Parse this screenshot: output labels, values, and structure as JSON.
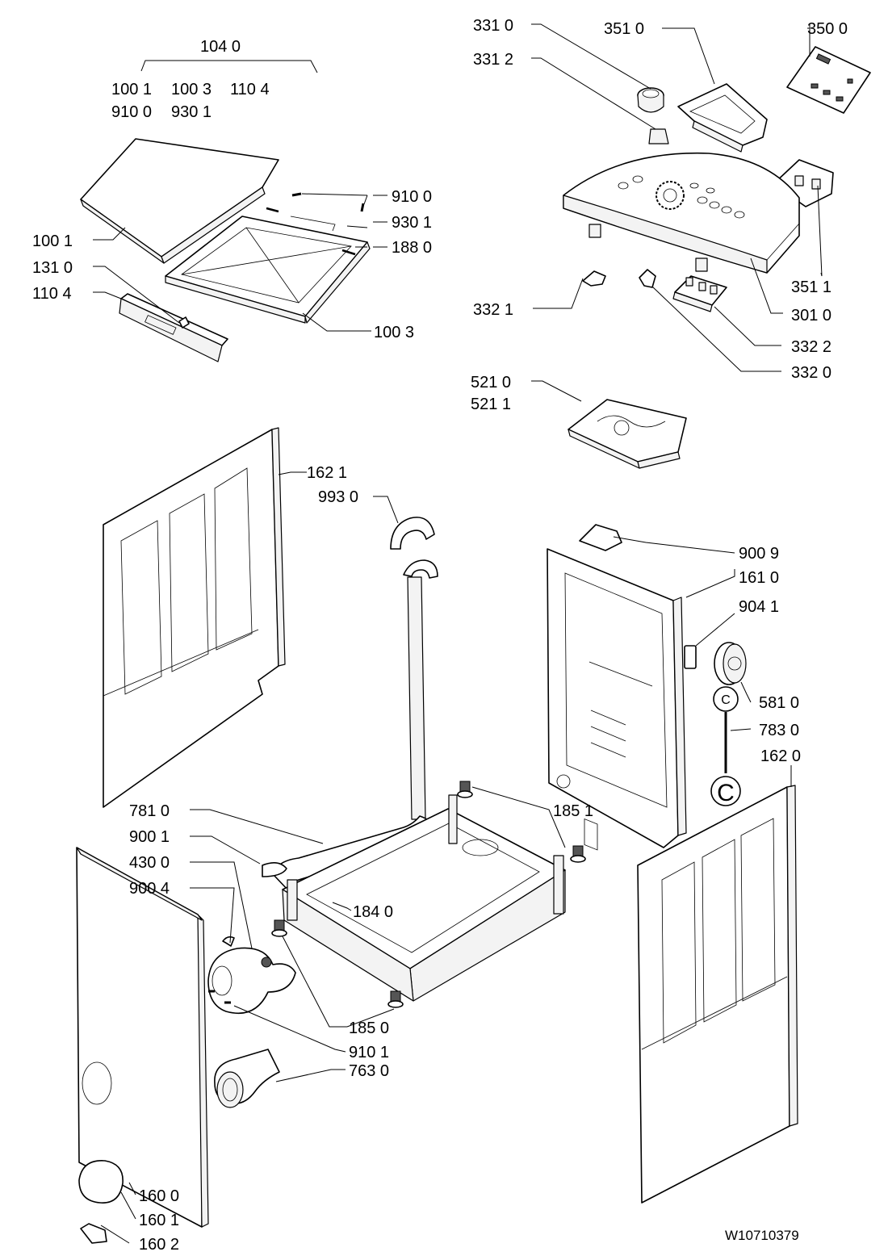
{
  "labels": {
    "l1040": "104 0",
    "l1001a": "100 1",
    "l1003a": "100 3",
    "l1104a": "110 4",
    "l9100a": "910 0",
    "l9301a": "930 1",
    "l9100b": "910 0",
    "l9301b": "930 1",
    "l1880": "188 0",
    "l1001b": "100 1",
    "l1310": "131 0",
    "l1104b": "110 4",
    "l1003b": "100 3",
    "l3310": "331 0",
    "l3312": "331 2",
    "l3510": "351 0",
    "l3500": "350 0",
    "l3511": "351 1",
    "l3321": "332 1",
    "l3010": "301 0",
    "l3322": "332 2",
    "l3320": "332 0",
    "l5210": "521 0",
    "l5211": "521 1",
    "l1621": "162 1",
    "l9930": "993 0",
    "l9009": "900 9",
    "l1610": "161 0",
    "l9041": "904 1",
    "l5810": "581 0",
    "l7830": "783 0",
    "l1620": "162 0",
    "l7810": "781 0",
    "l1851": "185 1",
    "l9001": "900 1",
    "l4300": "430 0",
    "l9004": "900 4",
    "l1840": "184 0",
    "l1850": "185 0",
    "l9101": "910 1",
    "l7630": "763 0",
    "l1600": "160 0",
    "l1601": "160 1",
    "l1602": "160 2"
  },
  "markers": {
    "c_small": "C",
    "c_large": "C"
  },
  "doc_number": "W10710379"
}
